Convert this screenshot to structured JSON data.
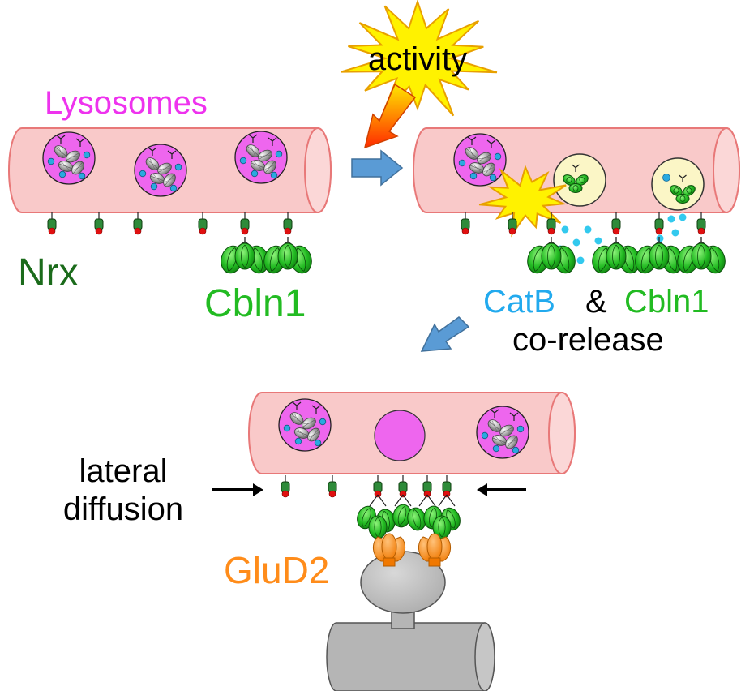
{
  "labels": {
    "lysosomes": "Lysosomes",
    "activity": "activity",
    "nrx": "Nrx",
    "cbln1_left": "Cbln1",
    "catb": "CatB",
    "amp": "&",
    "cbln1_right": "Cbln1",
    "corelease": "co-release",
    "lateral": "lateral",
    "diffusion": "diffusion",
    "glud2": "GluD2"
  },
  "colors": {
    "axon_fill": "#f9c9c9",
    "axon_stroke": "#e87878",
    "lysosome": "#ee66ee",
    "vesicle": "#fbf6c6",
    "catb": "#33c9ee",
    "cbln1": "#22bb22",
    "nrx": "#1b6b1b",
    "glud2": "#ff8c1a",
    "spine": "#b5b5b5",
    "magenta_text": "#ee33ee",
    "blue_arrow": "#5a9bd5",
    "starburst": "#fff200"
  }
}
